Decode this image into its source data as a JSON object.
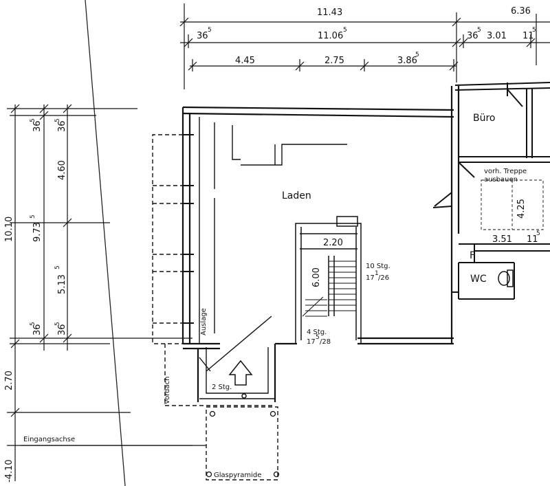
{
  "dimensions_top": {
    "total_left": "11.43",
    "total_right": "6.36",
    "row2_a": "36",
    "row2_a_sup": "5",
    "row2_b": "11.06",
    "row2_b_sup": "5",
    "row2_c": "36",
    "row2_c_sup": "5",
    "row2_d": "3.01",
    "row2_e": "11",
    "row2_e_sup": "5",
    "row3_a": "4.45",
    "row3_b": "2.75",
    "row3_c": "3.86",
    "row3_c_sup": "5"
  },
  "dimensions_left": {
    "total": "10.10",
    "a": "36",
    "a_sup": "5",
    "b": "36",
    "b_sup": "5",
    "c": "4.60",
    "d": "9.73",
    "d_sup": "5",
    "e": "5.13",
    "e_sup": "5",
    "f": "36",
    "f_sup": "5",
    "g": "36",
    "g_sup": "5",
    "entry_depth": "2.70",
    "bottom": "-4.10"
  },
  "rooms": {
    "laden": "Laden",
    "buero": "Büro",
    "wc": "WC",
    "f": "F",
    "treppe_1": "vorh. Treppe",
    "treppe_2": "ausbauen"
  },
  "labels": {
    "auslage": "Auslage",
    "vordach": "Vordach",
    "eingangsachse": "Eingangsachse",
    "glaspyramide": "Glaspyramide",
    "stg_2": "2 Stg.",
    "stg_10": "10 Stg.",
    "stg_10_ratio_a": "17",
    "stg_10_ratio_sup": "1",
    "stg_10_ratio_b": "/26",
    "stg_4": "4 Stg.",
    "stg_4_ratio_a": "17",
    "stg_4_ratio_sup": "5",
    "stg_4_ratio_b": "/28",
    "stair_width": "2.20",
    "stair_length": "6.00",
    "room_w": "3.51",
    "room_w2": "11",
    "room_w2_sup": "5",
    "room_h": "4.25"
  }
}
